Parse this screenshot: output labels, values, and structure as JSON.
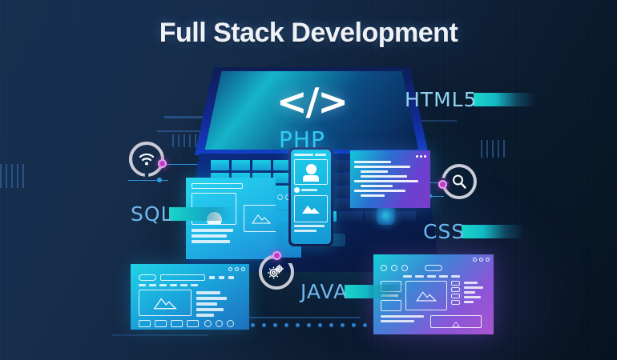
{
  "page": {
    "title": "Full Stack Development",
    "background_color": "#14294d",
    "accent_color": "#1fc8e8",
    "purple_accent": "#a855d0",
    "magenta_accent": "#c03cc8"
  },
  "tech_labels": [
    {
      "id": "html5",
      "text": "HTML5",
      "color": "#8fd3f0"
    },
    {
      "id": "php",
      "text": "PHP",
      "color": "#36c8f0"
    },
    {
      "id": "sql",
      "text": "SQL",
      "color": "#6fb9ef"
    },
    {
      "id": "css",
      "text": "CSS",
      "color": "#6fb9ef"
    },
    {
      "id": "java",
      "text": "JAVA",
      "color": "#6fb9ef"
    }
  ],
  "laptop": {
    "screen_symbol": "</>",
    "screen_label": "code-brackets"
  },
  "icons": [
    {
      "id": "wifi",
      "name": "wifi-icon",
      "glyph": "wifi"
    },
    {
      "id": "search",
      "name": "search-icon",
      "glyph": "magnifier"
    },
    {
      "id": "gear",
      "name": "gears-icon",
      "glyph": "gears"
    }
  ],
  "cards": [
    {
      "id": "profile",
      "name": "profile-ui-card"
    },
    {
      "id": "wide",
      "name": "dashboard-ui-card"
    },
    {
      "id": "code",
      "name": "code-editor-card"
    },
    {
      "id": "browser",
      "name": "browser-wireframe-card"
    },
    {
      "id": "purple",
      "name": "layout-wireframe-card"
    }
  ],
  "phone": {
    "name": "smartphone-mockup"
  }
}
